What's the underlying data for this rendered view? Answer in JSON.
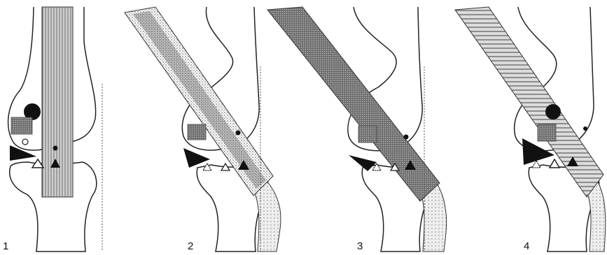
{
  "figure": {
    "panels": [
      {
        "label": "1",
        "graft_orientation": "vertical"
      },
      {
        "label": "2",
        "graft_orientation": "oblique"
      },
      {
        "label": "3",
        "graft_orientation": "oblique"
      },
      {
        "label": "4",
        "graft_orientation": "oblique"
      }
    ],
    "colors": {
      "outline": "#222222",
      "graft_fill": "#8a8a8a",
      "stipple": "#9a9a9a",
      "marker": "#111111"
    }
  }
}
